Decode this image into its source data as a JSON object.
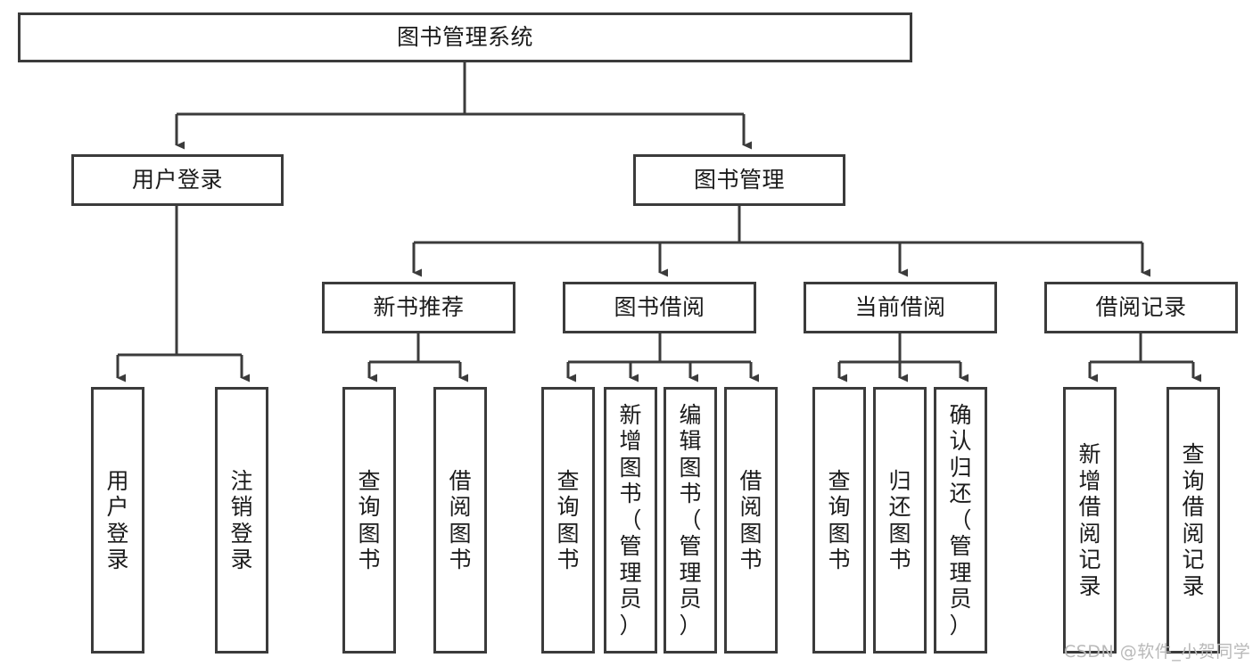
{
  "diagram": {
    "title": "图书管理系统",
    "type": "tree-hierarchy",
    "root": {
      "label": "图书管理系统"
    },
    "level2": [
      {
        "label": "用户登录"
      },
      {
        "label": "图书管理"
      }
    ],
    "level3": [
      {
        "label": "新书推荐"
      },
      {
        "label": "图书借阅"
      },
      {
        "label": "当前借阅"
      },
      {
        "label": "借阅记录"
      }
    ],
    "leaves": {
      "user_login": [
        {
          "label": "用户登录",
          "vertical": "用\n户\n登\n录"
        },
        {
          "label": "注销登录",
          "vertical": "注\n销\n登\n录"
        }
      ],
      "new_book_recommend": [
        {
          "label": "查询图书",
          "vertical": "查\n询\n图\n书"
        },
        {
          "label": "借阅图书",
          "vertical": "借\n阅\n图\n书"
        }
      ],
      "book_borrow": [
        {
          "label": "查询图书",
          "vertical": "查\n询\n图\n书"
        },
        {
          "label": "新增图书（管理员）",
          "vertical": "新\n增\n图\n书\n（\n管\n理\n员\n）"
        },
        {
          "label": "编辑图书（管理员）",
          "vertical": "编\n辑\n图\n书\n（\n管\n理\n员\n）"
        },
        {
          "label": "借阅图书",
          "vertical": "借\n阅\n图\n书"
        }
      ],
      "current_borrow": [
        {
          "label": "查询图书",
          "vertical": "查\n询\n图\n书"
        },
        {
          "label": "归还图书",
          "vertical": "归\n还\n图\n书"
        },
        {
          "label": "确认归还（管理员）",
          "vertical": "确\n认\n归\n还\n（\n管\n理\n员\n）"
        }
      ],
      "borrow_record": [
        {
          "label": "新增借阅记录",
          "vertical": "新\n增\n借\n阅\n记\n录"
        },
        {
          "label": "查询借阅记录",
          "vertical": "查\n询\n借\n阅\n记\n录"
        }
      ]
    }
  },
  "watermark": {
    "text": "CSDN @软件_小贺同学"
  },
  "colors": {
    "stroke": "#3b3b3b",
    "text": "#1b1b1b",
    "background": "#ffffff",
    "watermark": "#b9b9b9"
  }
}
